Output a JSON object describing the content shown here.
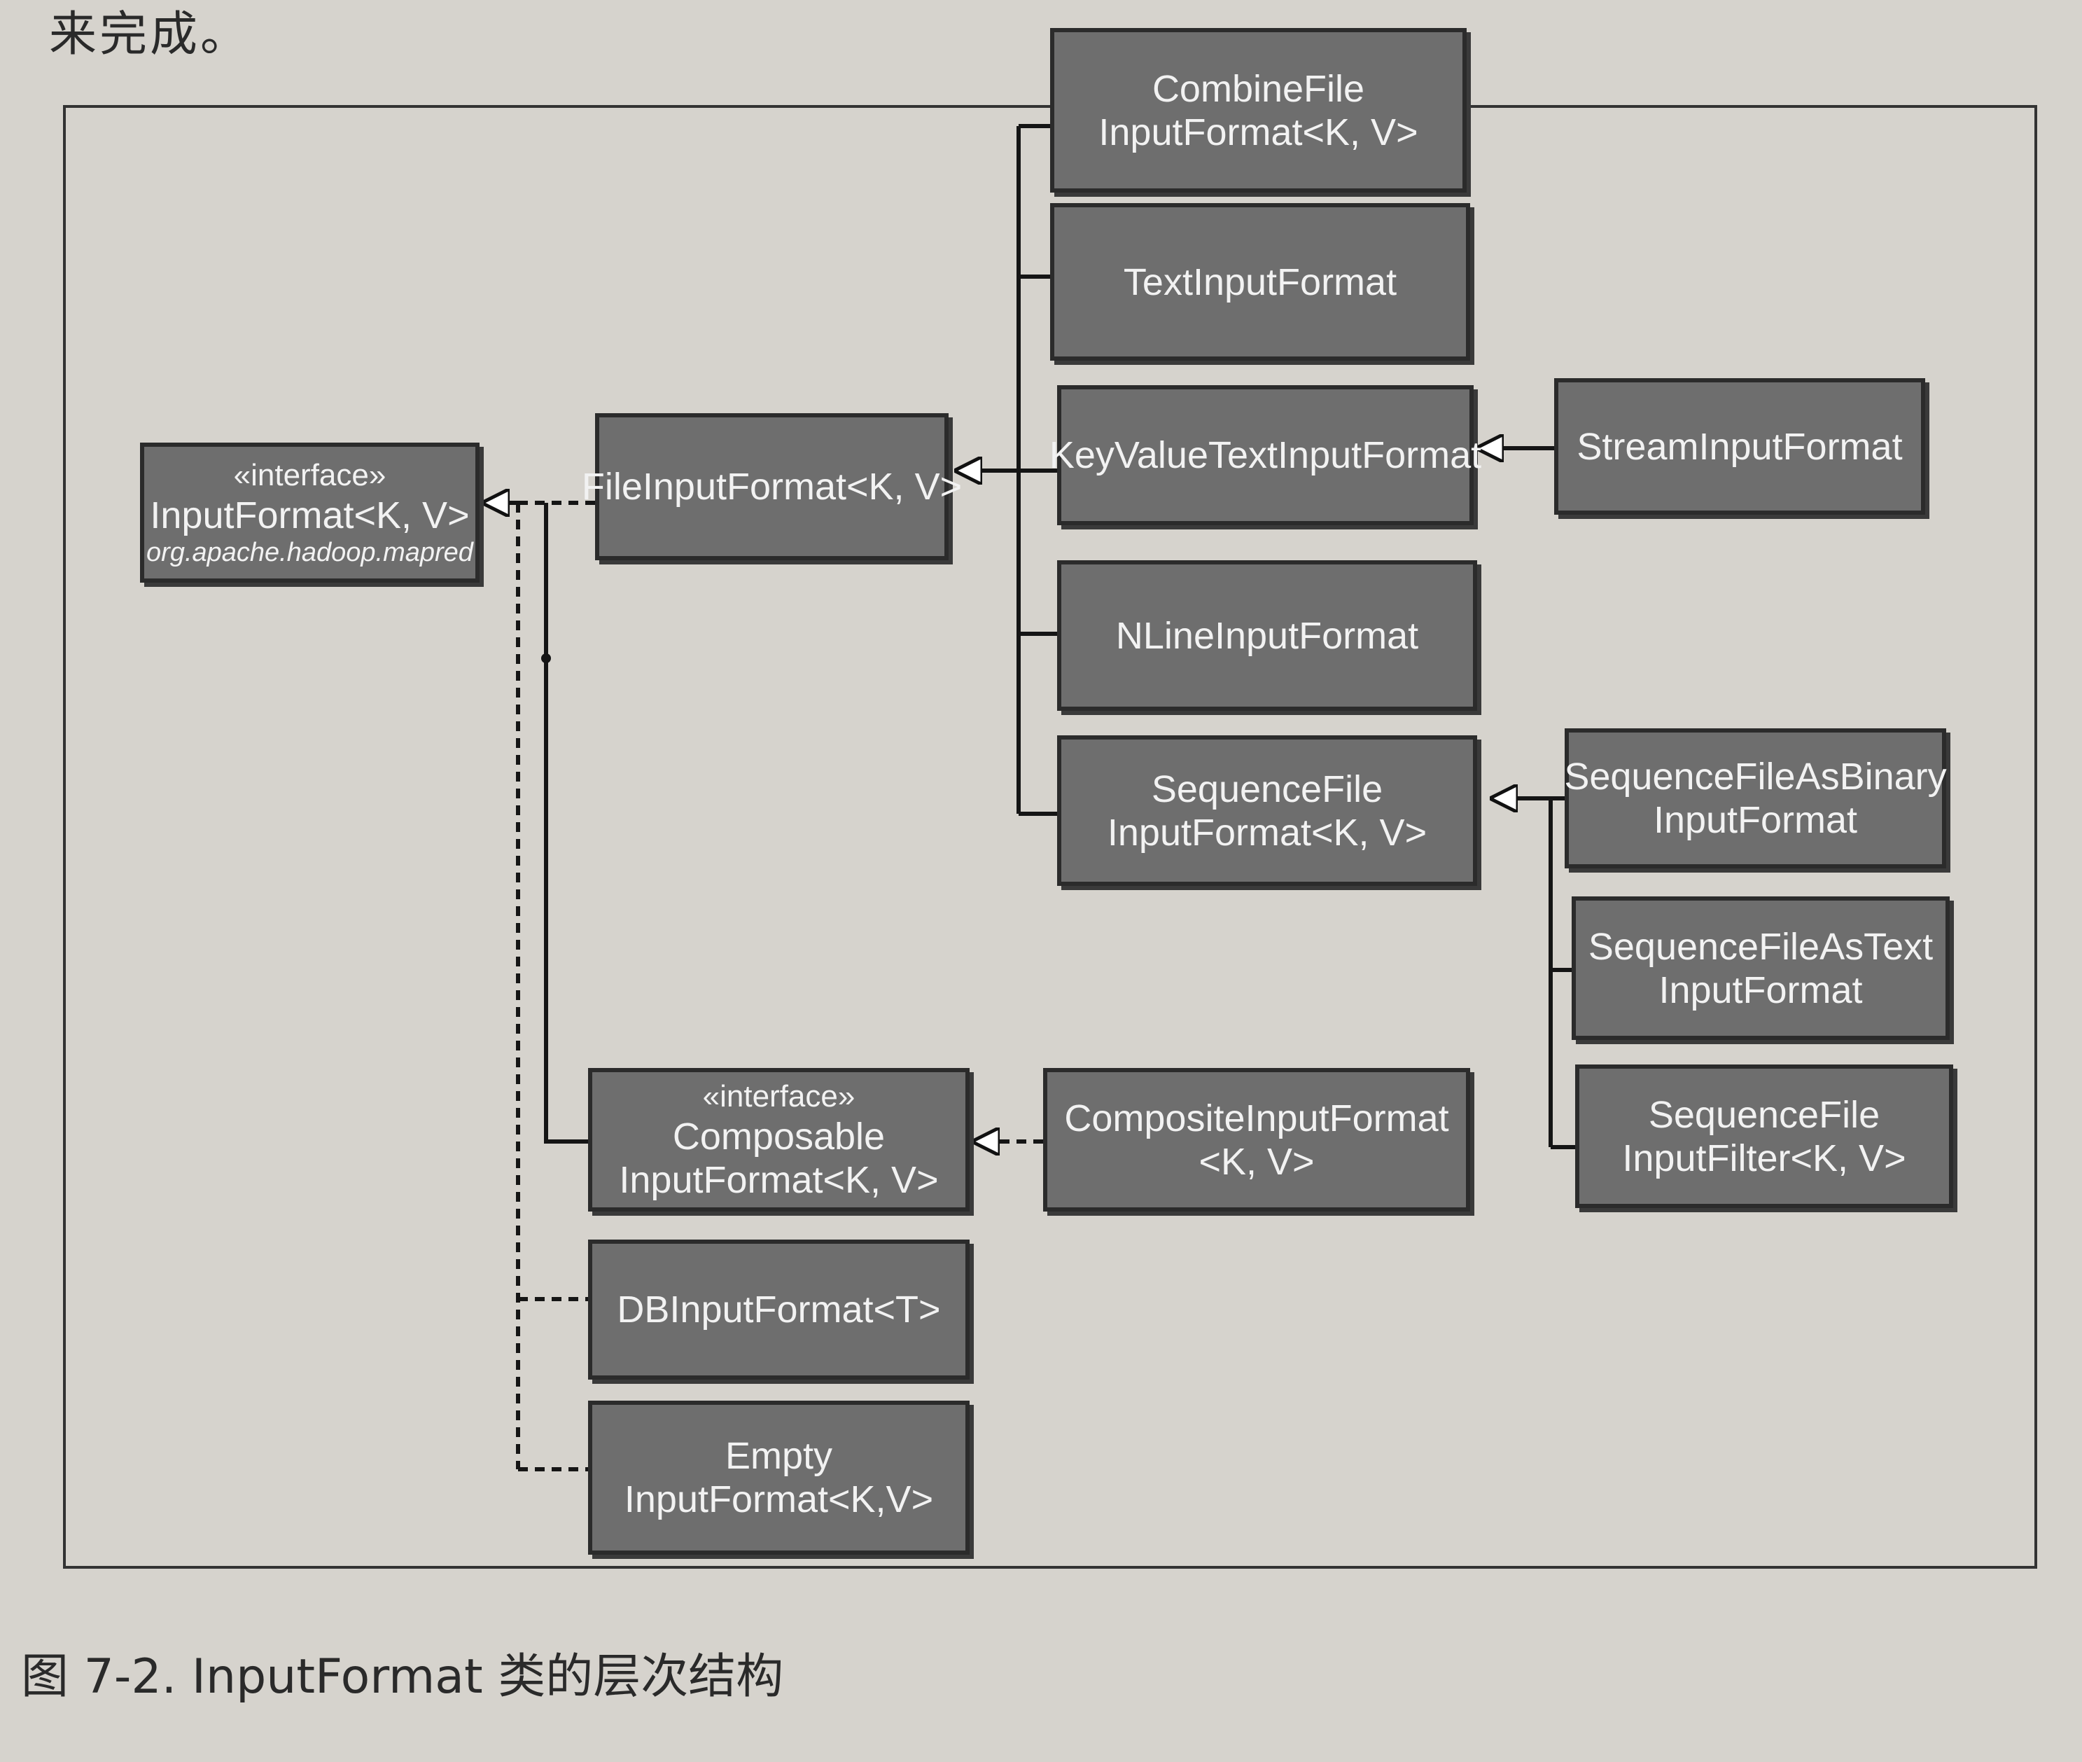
{
  "page": {
    "top_text": "来完成。",
    "caption": "图 7-2. InputFormat 类的层次结构"
  },
  "classes": {
    "input_format": {
      "stereotype": "«interface»",
      "name": "InputFormat<K, V>",
      "package": "org.apache.hadoop.mapred"
    },
    "file_input_format": {
      "name": "FileInputFormat<K, V>"
    },
    "combine_file_input_format": {
      "line1": "CombineFile",
      "line2": "InputFormat<K, V>"
    },
    "text_input_format": {
      "name": "TextInputFormat"
    },
    "key_value_text_input_format": {
      "name": "KeyValueTextInputFormat"
    },
    "stream_input_format": {
      "name": "StreamInputFormat"
    },
    "nline_input_format": {
      "name": "NLineInputFormat"
    },
    "sequence_file_input_format": {
      "line1": "SequenceFile",
      "line2": "InputFormat<K, V>"
    },
    "sequence_file_as_binary_input_format": {
      "line1": "SequenceFileAsBinary",
      "line2": "InputFormat"
    },
    "sequence_file_as_text_input_format": {
      "line1": "SequenceFileAsText",
      "line2": "InputFormat"
    },
    "sequence_file_input_filter": {
      "line1": "SequenceFile",
      "line2": "InputFilter<K, V>"
    },
    "composable_input_format": {
      "stereotype": "«interface»",
      "line1": "Composable",
      "line2": "InputFormat<K, V>"
    },
    "composite_input_format": {
      "line1": "CompositeInputFormat",
      "line2": "<K, V>"
    },
    "db_input_format": {
      "name": "DBInputFormat<T>"
    },
    "empty_input_format": {
      "line1": "Empty",
      "line2": "InputFormat<K,V>"
    }
  },
  "relations": [
    {
      "from": "FileInputFormat<K, V>",
      "to": "InputFormat<K, V>",
      "kind": "implements"
    },
    {
      "from": "ComposableInputFormat<K, V>",
      "to": "InputFormat<K, V>",
      "kind": "extends"
    },
    {
      "from": "DBInputFormat<T>",
      "to": "InputFormat<K, V>",
      "kind": "implements"
    },
    {
      "from": "EmptyInputFormat<K,V>",
      "to": "InputFormat<K, V>",
      "kind": "implements"
    },
    {
      "from": "CombineFileInputFormat<K, V>",
      "to": "FileInputFormat<K, V>",
      "kind": "extends"
    },
    {
      "from": "TextInputFormat",
      "to": "FileInputFormat<K, V>",
      "kind": "extends"
    },
    {
      "from": "KeyValueTextInputFormat",
      "to": "FileInputFormat<K, V>",
      "kind": "extends"
    },
    {
      "from": "NLineInputFormat",
      "to": "FileInputFormat<K, V>",
      "kind": "extends"
    },
    {
      "from": "SequenceFileInputFormat<K, V>",
      "to": "FileInputFormat<K, V>",
      "kind": "extends"
    },
    {
      "from": "StreamInputFormat",
      "to": "KeyValueTextInputFormat",
      "kind": "extends"
    },
    {
      "from": "SequenceFileAsBinaryInputFormat",
      "to": "SequenceFileInputFormat<K, V>",
      "kind": "extends"
    },
    {
      "from": "SequenceFileAsTextInputFormat",
      "to": "SequenceFileInputFormat<K, V>",
      "kind": "extends"
    },
    {
      "from": "SequenceFileInputFilter<K, V>",
      "to": "SequenceFileInputFormat<K, V>",
      "kind": "extends"
    },
    {
      "from": "CompositeInputFormat<K, V>",
      "to": "ComposableInputFormat<K, V>",
      "kind": "implements"
    }
  ]
}
